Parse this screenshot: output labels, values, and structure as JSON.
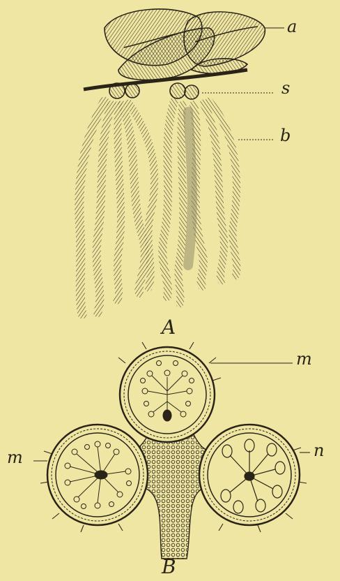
{
  "figure": {
    "panel_a": {
      "caption": "A",
      "labels": {
        "a": "a",
        "s": "s",
        "b": "b"
      }
    },
    "panel_b": {
      "caption": "B",
      "labels": {
        "m_top": "m",
        "m_left": "m",
        "n": "n"
      }
    }
  },
  "colors": {
    "background": "#efe6a3",
    "ink": "#2a2418",
    "shade": "#8c8566"
  }
}
